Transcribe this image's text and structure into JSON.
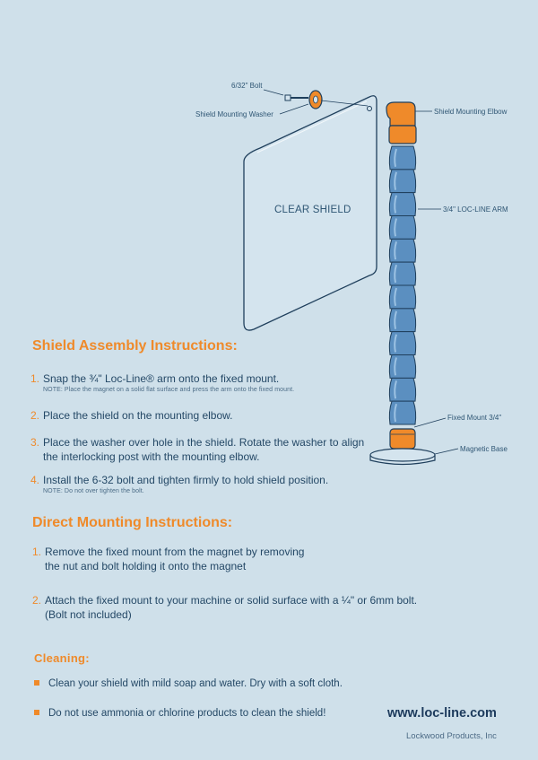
{
  "diagram": {
    "bolt_label": "6/32\" Bolt",
    "washer_label": "Shield Mounting Washer",
    "elbow_label": "Shield Mounting Elbow",
    "arm_label": "3/4\" LOC-LINE ARM",
    "shield_label": "CLEAR SHIELD",
    "fixed_mount_label": "Fixed Mount 3/4\"",
    "base_label": "Magnetic Base",
    "colors": {
      "orange": "#ef8a2a",
      "blue": "#5b8fc0",
      "outline": "#1f3f5c"
    }
  },
  "assembly": {
    "title": "Shield Assembly Instructions:",
    "steps": [
      {
        "num": "1.",
        "text": "Snap the ¾\" Loc-Line® arm onto the fixed mount.",
        "note": "NOTE: Place the magnet on a solid flat surface and press the arm onto the fixed mount."
      },
      {
        "num": "2.",
        "text": "Place the shield on the mounting elbow."
      },
      {
        "num": "3.",
        "text": "Place the washer over hole in the shield. Rotate the washer to align",
        "cont": "the interlocking post with the mounting elbow."
      },
      {
        "num": "4.",
        "text": "Install the 6-32 bolt and tighten firmly to hold shield position.",
        "note": "NOTE: Do not over tighten the bolt."
      }
    ]
  },
  "direct": {
    "title": "Direct Mounting Instructions:",
    "steps": [
      {
        "num": "1.",
        "text": "Remove the fixed mount from the magnet by removing",
        "cont": "the nut and bolt holding it onto the magnet"
      },
      {
        "num": "2.",
        "text": "Attach the fixed mount to your machine or solid surface with a ¼\" or 6mm bolt.",
        "cont": "(Bolt not included)"
      }
    ]
  },
  "cleaning": {
    "title": "Cleaning:",
    "items": [
      "Clean your shield with mild  soap and water. Dry with a soft cloth.",
      "Do not use ammonia or chlorine products to clean the shield!"
    ]
  },
  "footer": {
    "url": "www.loc-line.com",
    "company": "Lockwood Products, Inc"
  }
}
